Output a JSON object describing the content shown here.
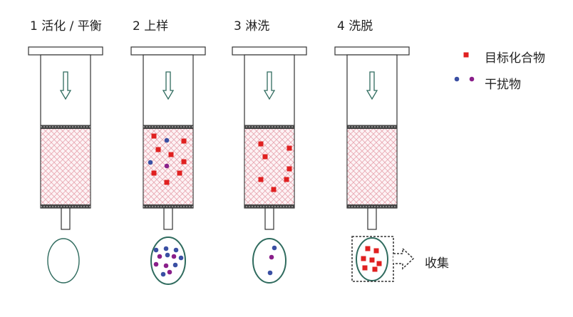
{
  "steps": [
    {
      "title": "1 活化 / 平衡"
    },
    {
      "title": "2 上样"
    },
    {
      "title": "3 淋洗"
    },
    {
      "title": "4 洗脱"
    }
  ],
  "legend": {
    "target_label": "目标化合物",
    "interferent_label": "干扰物"
  },
  "collect_label": "收集",
  "colors": {
    "target": "#e02020",
    "interferent_blue": "#3a4fa3",
    "interferent_purple": "#8a1f8a",
    "sorbent_hatch": "#e8a6b0",
    "sorbent_frit": "#444444",
    "arrow": "#2f6b5e",
    "vessel_border": "#2f6b5e",
    "outline": "#333333"
  },
  "icons": [
    "down-arrow-icon",
    "right-arrow-icon"
  ]
}
